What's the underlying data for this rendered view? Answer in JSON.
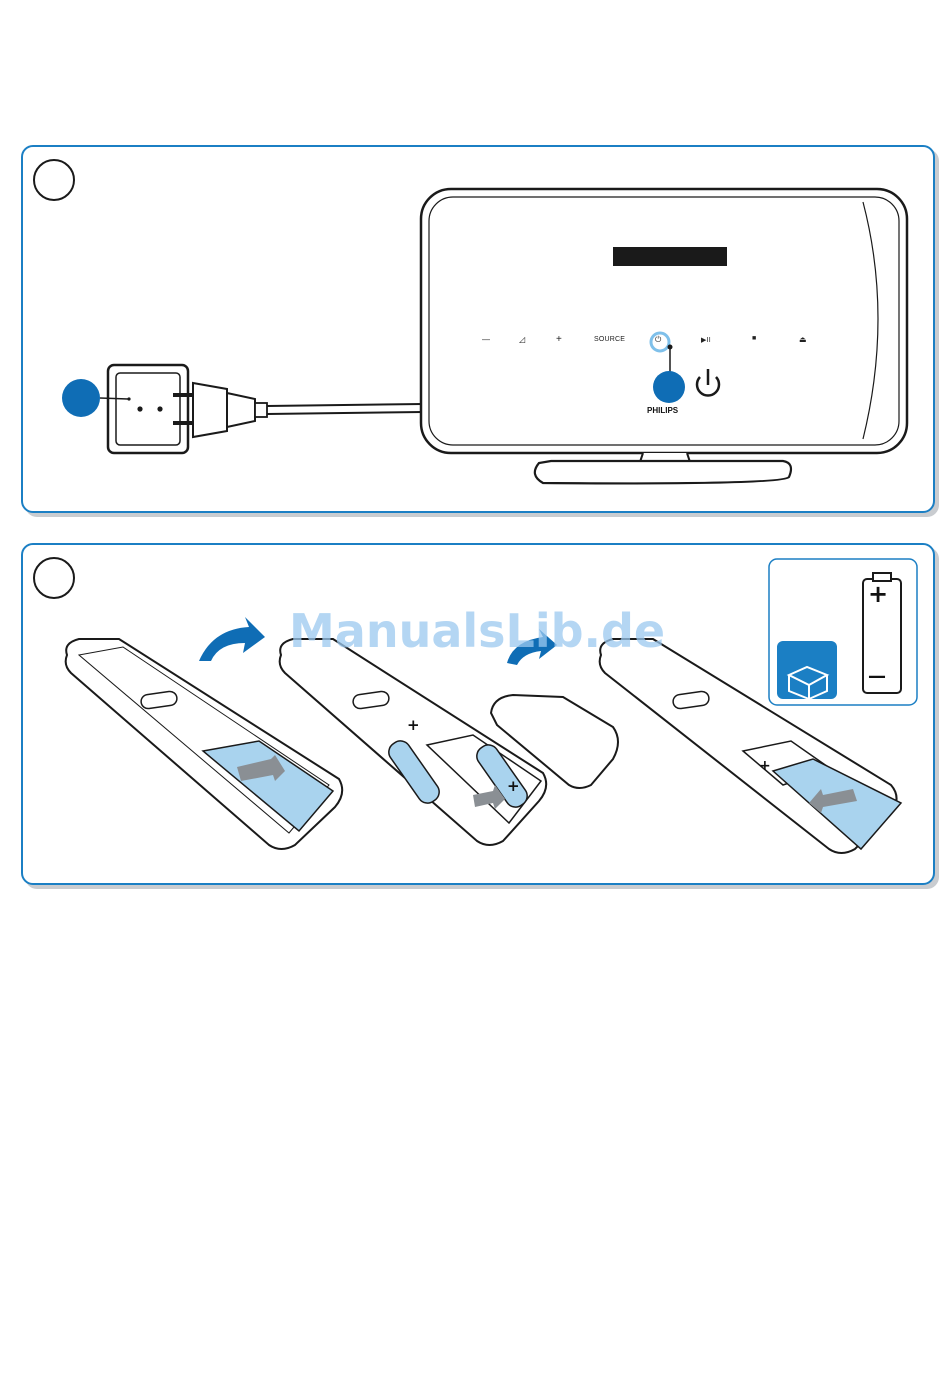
{
  "device": {
    "buttons": [
      {
        "label": "—"
      },
      {
        "label": "◿"
      },
      {
        "label": "+"
      },
      {
        "label": "SOURCE"
      },
      {
        "label": "⏻"
      },
      {
        "label": "▶II"
      },
      {
        "label": "■"
      },
      {
        "label": "⏏"
      }
    ],
    "brand": "PHILIPS"
  },
  "battery": {
    "plus": "+",
    "minus": "—"
  },
  "remote": {
    "plus_sign": "+"
  },
  "watermark": "ManualsLib.de",
  "colors": {
    "accent": "#1b7fc4",
    "callout": "#0f6db5",
    "cover": "#a9d3ee",
    "highlight": "#7fc0ea"
  }
}
